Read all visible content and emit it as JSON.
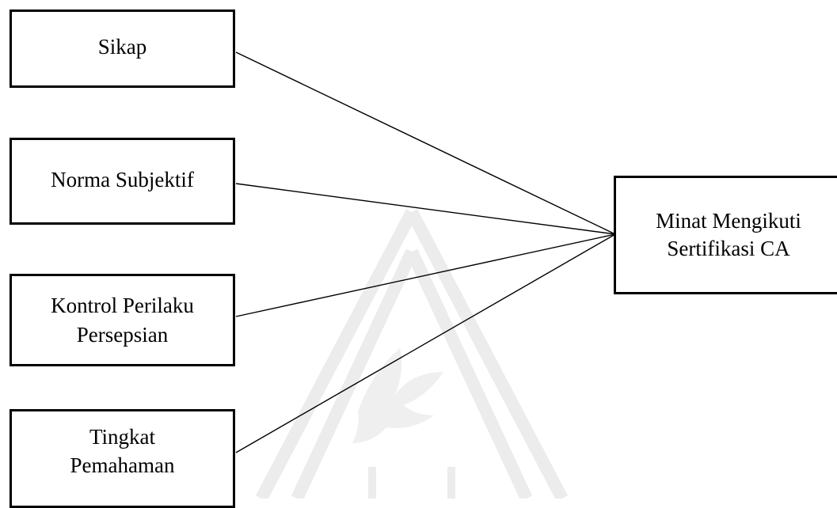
{
  "diagram": {
    "independent_variables": [
      {
        "id": "sikap",
        "lines": [
          "Sikap"
        ]
      },
      {
        "id": "norma-subjektif",
        "lines": [
          "Norma Subjektif"
        ]
      },
      {
        "id": "kontrol-perilaku-persepsian",
        "lines": [
          "Kontrol Perilaku",
          "Persepsian"
        ]
      },
      {
        "id": "tingkat-pemahaman",
        "lines": [
          "Tingkat",
          "Pemahaman"
        ]
      }
    ],
    "dependent_variable": {
      "id": "minat-mengikuti-sertifikasi-ca",
      "lines": [
        "Minat Mengikuti",
        "Sertifikasi CA"
      ]
    },
    "edges": [
      {
        "from": "sikap",
        "to": "minat-mengikuti-sertifikasi-ca"
      },
      {
        "from": "norma-subjektif",
        "to": "minat-mengikuti-sertifikasi-ca"
      },
      {
        "from": "kontrol-perilaku-persepsian",
        "to": "minat-mengikuti-sertifikasi-ca"
      },
      {
        "from": "tingkat-pemahaman",
        "to": "minat-mengikuti-sertifikasi-ca"
      }
    ],
    "line_color": "#000000",
    "watermark_color": "#e6e6e6"
  }
}
